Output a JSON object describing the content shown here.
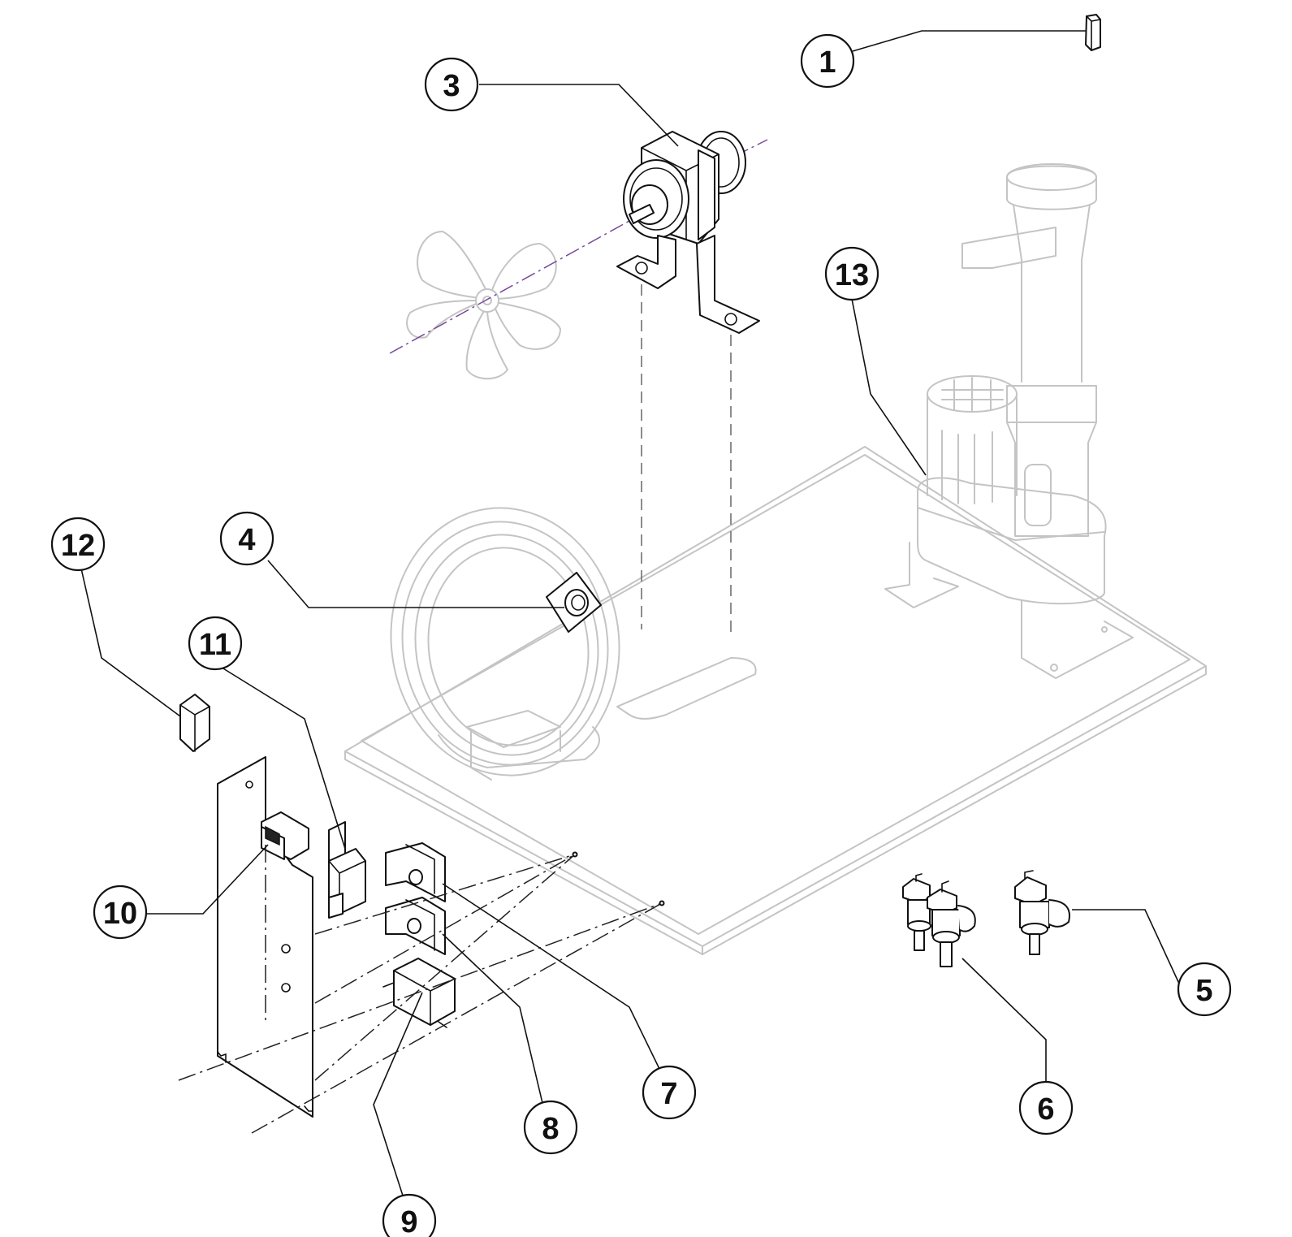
{
  "callouts": {
    "c1": "1",
    "c3": "3",
    "c4": "4",
    "c5": "5",
    "c6": "6",
    "c7": "7",
    "c8": "8",
    "c9": "9",
    "c10": "10",
    "c11": "11",
    "c12": "12",
    "c13": "13"
  }
}
